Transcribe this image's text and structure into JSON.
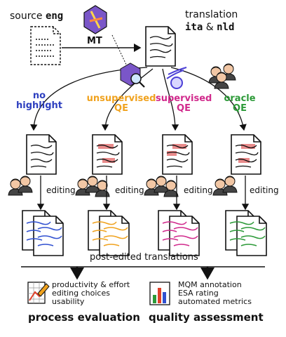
{
  "header": {
    "source_prefix": "source ",
    "source_lang": "eng",
    "mt_label": "MT",
    "translation_label": "translation",
    "target_lang_1": "ita",
    "amp": " & ",
    "target_lang_2": "nld"
  },
  "conditions": [
    {
      "line1": "no",
      "line2": "highlight",
      "color": "#2d3fbf"
    },
    {
      "line1": "unsupervised",
      "line2": "QE",
      "color": "#f0a21e"
    },
    {
      "line1": "supervised",
      "line2": "QE",
      "color": "#d12a8c"
    },
    {
      "line1": "oracle",
      "line2": "QE",
      "color": "#2c9a38"
    }
  ],
  "editing_label": "editing",
  "post_edited_label": "post-edited translations",
  "process": {
    "lines": [
      "productivity & effort",
      "editing choices",
      "usability"
    ],
    "title": "process evaluation"
  },
  "quality": {
    "lines": [
      "MQM annotation",
      "ESA rating",
      "automated metrics"
    ],
    "title": "quality assessment"
  },
  "colors": {
    "highlight": "#e05a5a",
    "edit_blue": "#3050d0",
    "edit_orange": "#f0a21e",
    "edit_pink": "#d12a8c",
    "edit_green": "#2c9a38"
  }
}
